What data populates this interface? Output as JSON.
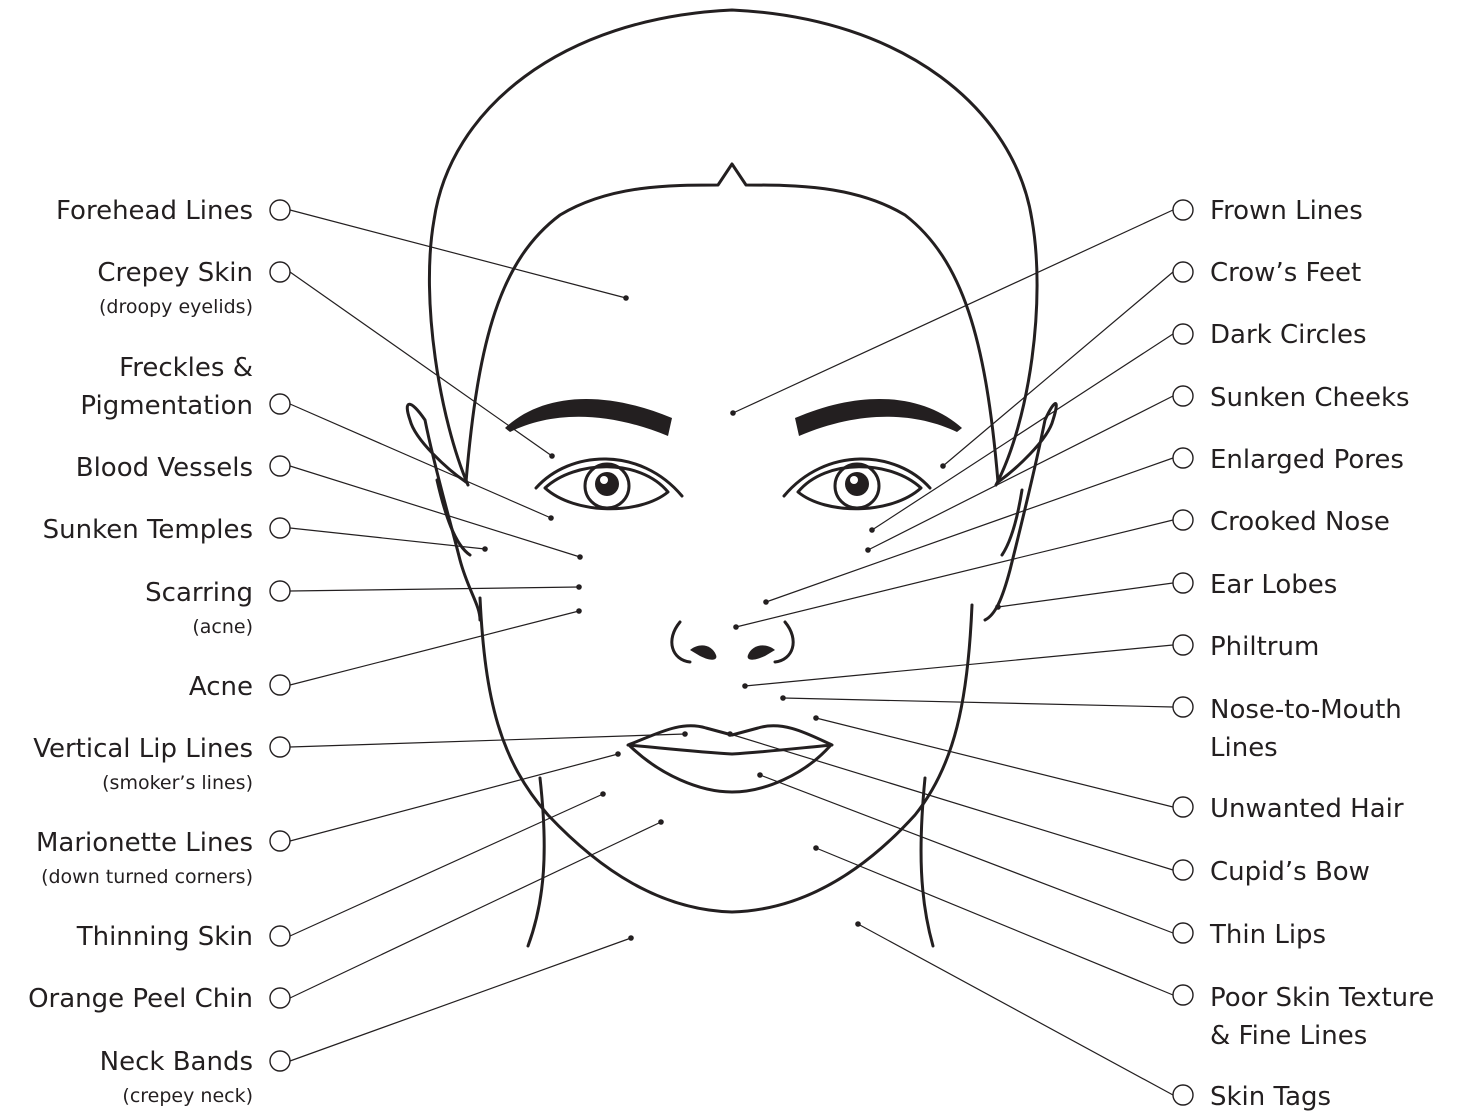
{
  "diagram": {
    "left_labels": [
      {
        "label": "Forehead Lines",
        "note": ""
      },
      {
        "label": "Crepey Skin",
        "note": "(droopy eyelids)"
      },
      {
        "label": "Freckles &",
        "label2": "Pigmentation",
        "note": ""
      },
      {
        "label": "Blood Vessels",
        "note": ""
      },
      {
        "label": "Sunken Temples",
        "note": ""
      },
      {
        "label": "Scarring",
        "note": "(acne)"
      },
      {
        "label": "Acne",
        "note": ""
      },
      {
        "label": "Vertical Lip Lines",
        "note": "(smoker’s lines)"
      },
      {
        "label": "Marionette Lines",
        "note": "(down turned corners)"
      },
      {
        "label": "Thinning Skin",
        "note": ""
      },
      {
        "label": "Orange Peel Chin",
        "note": ""
      },
      {
        "label": "Neck Bands",
        "note": "(crepey neck)"
      }
    ],
    "right_labels": [
      {
        "label": "Frown Lines"
      },
      {
        "label": "Crow’s Feet"
      },
      {
        "label": "Dark Circles"
      },
      {
        "label": "Sunken Cheeks"
      },
      {
        "label": "Enlarged Pores"
      },
      {
        "label": "Crooked Nose"
      },
      {
        "label": "Ear Lobes"
      },
      {
        "label": "Philtrum"
      },
      {
        "label": "Nose-to-Mouth",
        "label2": "Lines"
      },
      {
        "label": "Unwanted Hair"
      },
      {
        "label": "Cupid’s Bow"
      },
      {
        "label": "Thin Lips"
      },
      {
        "label": "Poor Skin Texture",
        "label2": "& Fine Lines"
      },
      {
        "label": "Skin Tags"
      }
    ],
    "colors": {
      "ink": "#231f20",
      "background": "#ffffff"
    }
  }
}
